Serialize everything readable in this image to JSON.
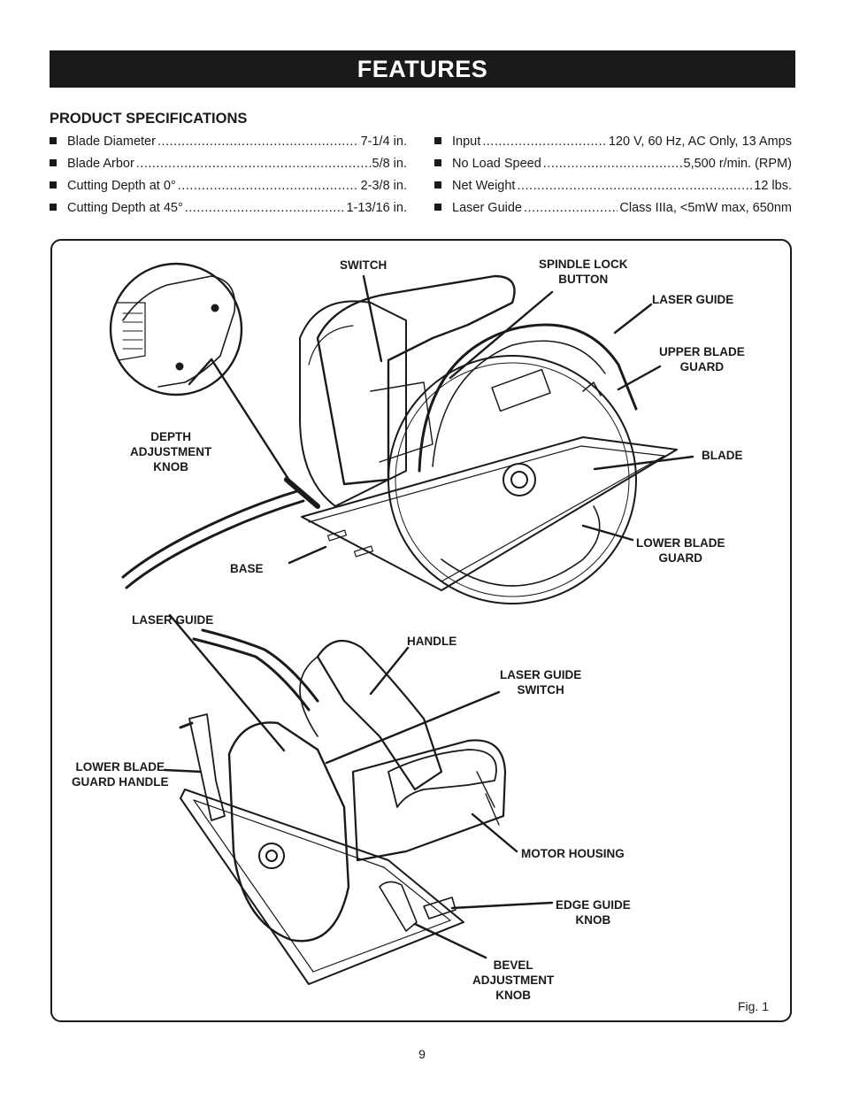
{
  "header": {
    "title": "FEATURES"
  },
  "specs": {
    "heading": "PRODUCT SPECIFICATIONS",
    "left": [
      {
        "label": "Blade Diameter",
        "value": "7-1/4 in."
      },
      {
        "label": "Blade Arbor",
        "value": "5/8 in."
      },
      {
        "label": "Cutting Depth at 0°",
        "value": "2-3/8 in."
      },
      {
        "label": "Cutting Depth at 45°",
        "value": "1-13/16 in."
      }
    ],
    "right": [
      {
        "label": "Input",
        "value": "120 V, 60 Hz, AC Only, 13 Amps"
      },
      {
        "label": "No Load Speed",
        "value": "5,500 r/min. (RPM)"
      },
      {
        "label": "Net Weight",
        "value": "12 lbs."
      },
      {
        "label": "Laser Guide",
        "value": "Class IIIa, <5mW max, 650nm"
      }
    ]
  },
  "figure": {
    "caption": "Fig. 1",
    "callouts": {
      "switch": "SWITCH",
      "spindle_lock_1": "SPINDLE LOCK",
      "spindle_lock_2": "BUTTON",
      "laser_guide_top": "LASER GUIDE",
      "upper_guard_1": "UPPER BLADE",
      "upper_guard_2": "GUARD",
      "depth_1": "DEPTH",
      "depth_2": "ADJUSTMENT",
      "depth_3": "KNOB",
      "blade": "BLADE",
      "lower_guard_1": "LOWER BLADE",
      "lower_guard_2": "GUARD",
      "base": "BASE",
      "laser_guide_bottom": "LASER GUIDE",
      "handle": "HANDLE",
      "laser_switch_1": "LASER GUIDE",
      "laser_switch_2": "SWITCH",
      "lower_guard_handle_1": "LOWER BLADE",
      "lower_guard_handle_2": "GUARD HANDLE",
      "motor_housing": "MOTOR HOUSING",
      "edge_guide_1": "EDGE GUIDE",
      "edge_guide_2": "KNOB",
      "bevel_1": "BEVEL",
      "bevel_2": "ADJUSTMENT",
      "bevel_3": "KNOB"
    }
  },
  "footer": {
    "page_number": "9"
  }
}
